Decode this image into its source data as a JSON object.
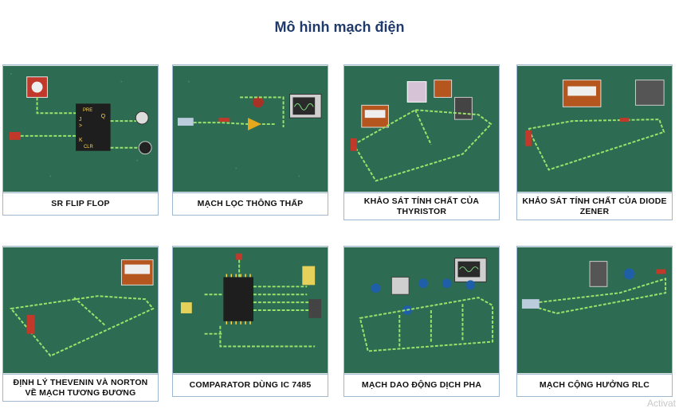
{
  "page": {
    "title": "Mô hình mạch điện"
  },
  "cards": [
    {
      "label": "SR FLIP FLOP"
    },
    {
      "label": "MẠCH LỌC THÔNG THẤP"
    },
    {
      "label": "KHẢO SÁT TÍNH CHẤT CỦA THYRISTOR"
    },
    {
      "label": "KHẢO SÁT TÍNH CHẤT CỦA DIODE ZENER"
    },
    {
      "label": "ĐỊNH LÝ THEVENIN VÀ NORTON VỀ MẠCH TƯƠNG ĐƯƠNG"
    },
    {
      "label": "COMPARATOR DÙNG IC 7485"
    },
    {
      "label": "MẠCH DAO ĐỘNG DỊCH PHA"
    },
    {
      "label": "MẠCH CỘNG HƯỞNG RLC"
    }
  ],
  "chip_labels": [
    "PRE",
    "Q",
    ">",
    "CLR",
    "K",
    "J"
  ],
  "watermark": "Activat",
  "colors": {
    "title": "#1f3a6b",
    "board": "#2d6b52",
    "card_border": "#9fb8cf",
    "wire": "#9be36b"
  }
}
